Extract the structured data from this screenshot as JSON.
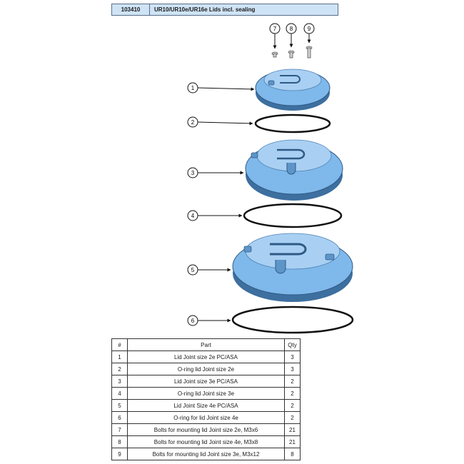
{
  "header": {
    "code": "103410",
    "title": "UR10/UR10e/UR16e Lids incl. sealing"
  },
  "callouts": [
    "1",
    "2",
    "3",
    "4",
    "5",
    "6",
    "7",
    "8",
    "9"
  ],
  "table": {
    "headers": [
      "#",
      "Part",
      "Qty"
    ],
    "rows": [
      {
        "num": "1",
        "part": "Lid Joint size 2e PC/ASA",
        "qty": "3"
      },
      {
        "num": "2",
        "part": "O-ring lid Joint size 2e",
        "qty": "3"
      },
      {
        "num": "3",
        "part": "Lid Joint size 3e PC/ASA",
        "qty": "2"
      },
      {
        "num": "4",
        "part": "O-ring lid Joint size 3e",
        "qty": "2"
      },
      {
        "num": "5",
        "part": "Lid Joint Size 4e PC/ASA",
        "qty": "2"
      },
      {
        "num": "6",
        "part": "O-ring for lid Joint size 4e",
        "qty": "2"
      },
      {
        "num": "7",
        "part": "Bolts for mounting lid Joint size 2e, M3x6",
        "qty": "21"
      },
      {
        "num": "8",
        "part": "Bolts for mounting lid Joint size 4e, M3x8",
        "qty": "21"
      },
      {
        "num": "9",
        "part": "Bolts for mounting lid Joint size 3e, M3x12",
        "qty": "8"
      }
    ]
  },
  "colors": {
    "lid_fill": "#7fb8ea",
    "lid_top": "#a9d0f3",
    "lid_dark": "#3d6f9f",
    "header_bg": "#cfe3f6"
  }
}
